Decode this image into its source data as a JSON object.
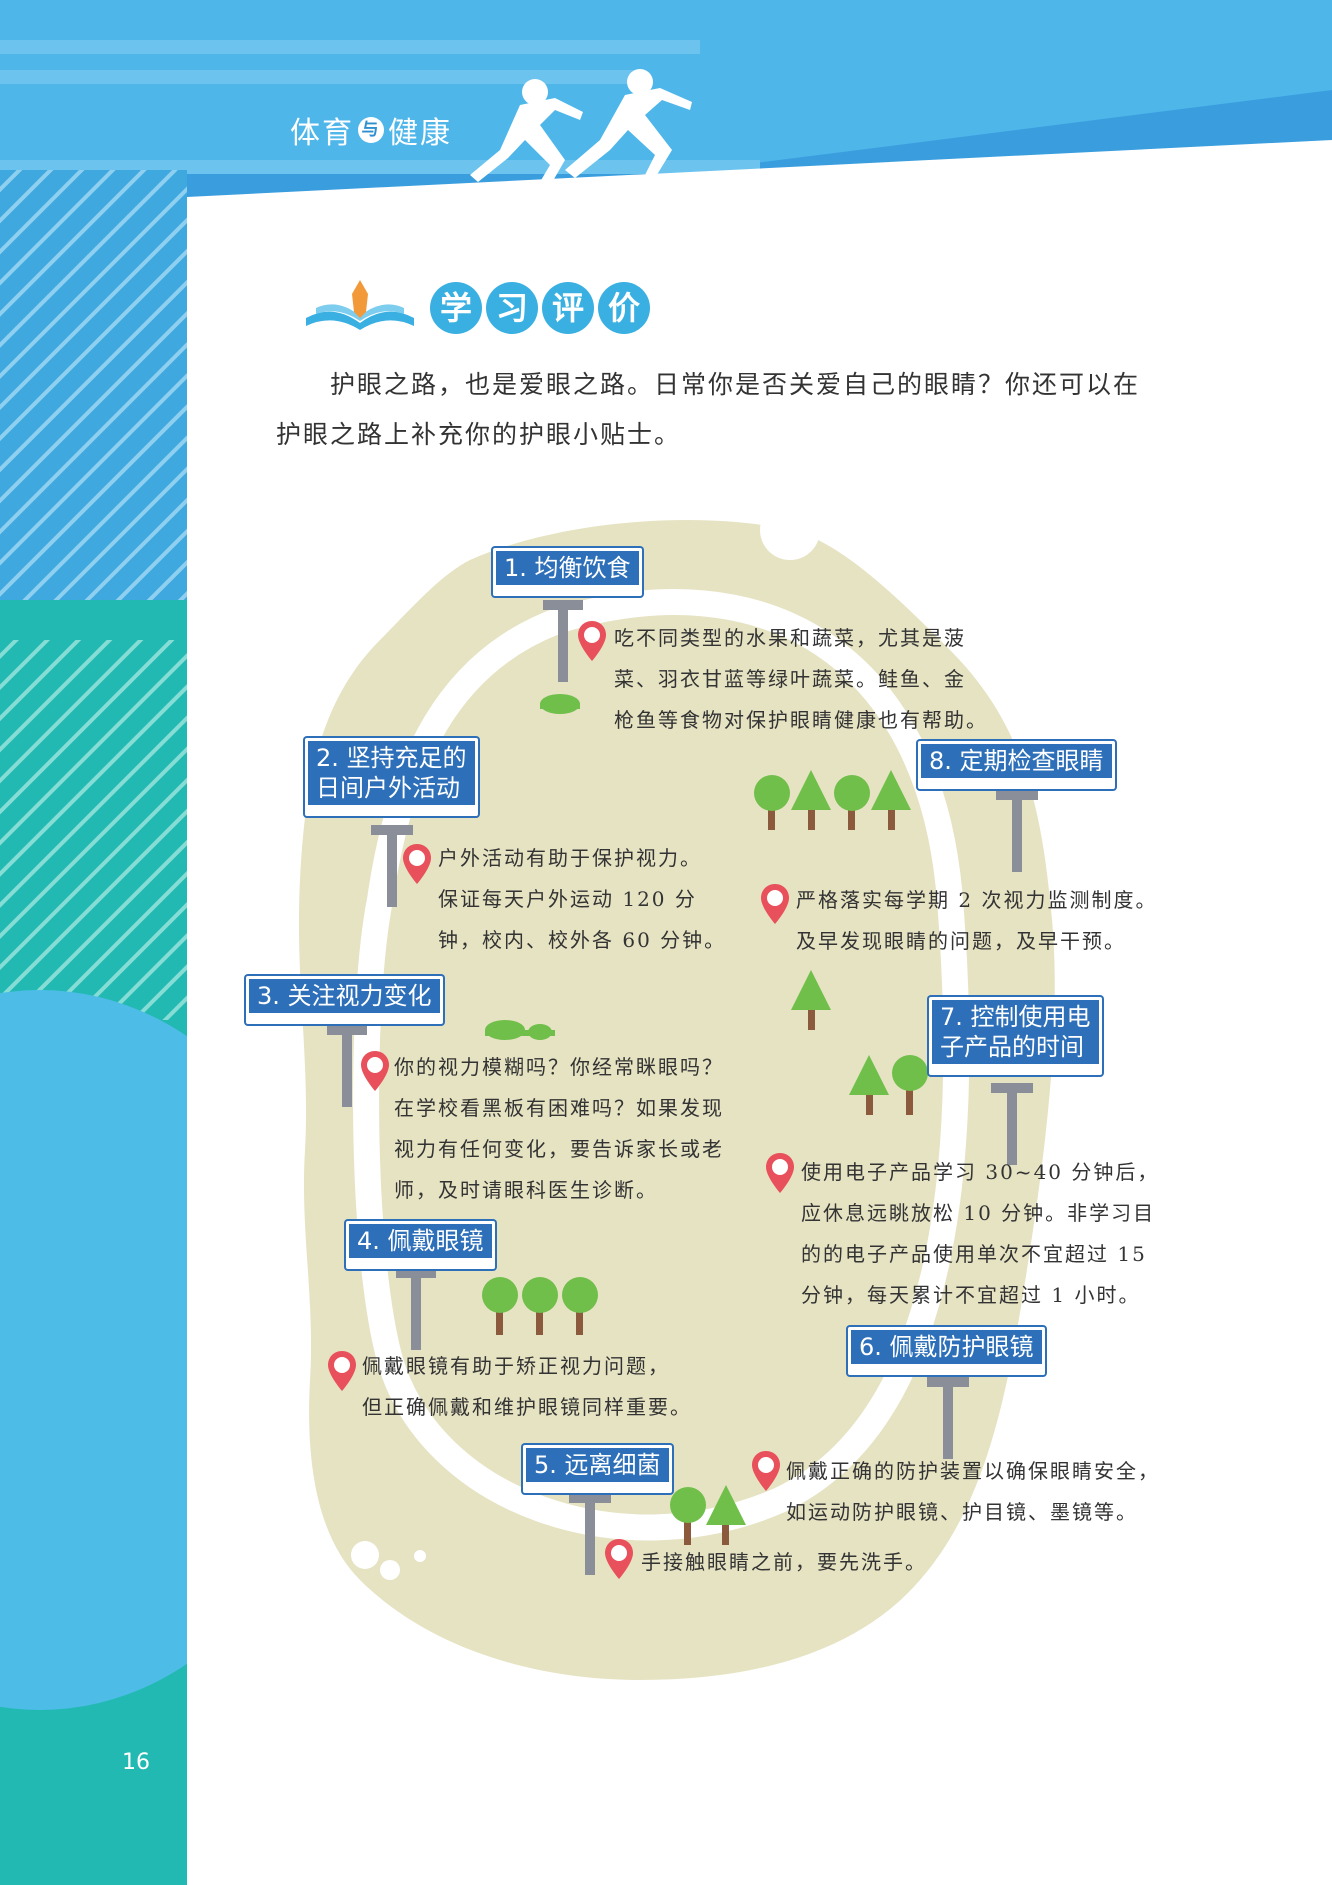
{
  "header": {
    "book_title_left": "体育",
    "book_title_mid": "与",
    "book_title_right": "健康"
  },
  "section": {
    "chars": [
      "学",
      "习",
      "评",
      "价"
    ]
  },
  "intro": {
    "line1": "护眼之路，也是爱眼之路。日常你是否关爱自己的眼睛？你还可以在",
    "line2": "护眼之路上补充你的护眼小贴士。"
  },
  "stations": [
    {
      "title": [
        "1. 均衡饮食"
      ],
      "tip": [
        "吃不同类型的水果和蔬菜，尤其是菠",
        "菜、羽衣甘蓝等绿叶蔬菜。鲑鱼、金",
        "枪鱼等食物对保护眼睛健康也有帮助。"
      ]
    },
    {
      "title": [
        "2. 坚持充足的",
        "日间户外活动"
      ],
      "tip": [
        "户外活动有助于保护视力。",
        "保证每天户外运动 120 分",
        "钟，校内、校外各 60 分钟。"
      ]
    },
    {
      "title": [
        "3. 关注视力变化"
      ],
      "tip": [
        "你的视力模糊吗？你经常眯眼吗？",
        "在学校看黑板有困难吗？如果发现",
        "视力有任何变化，要告诉家长或老",
        "师，及时请眼科医生诊断。"
      ]
    },
    {
      "title": [
        "4. 佩戴眼镜"
      ],
      "tip": [
        "佩戴眼镜有助于矫正视力问题，",
        "但正确佩戴和维护眼镜同样重要。"
      ]
    },
    {
      "title": [
        "5. 远离细菌"
      ],
      "tip": [
        "手接触眼睛之前，要先洗手。"
      ]
    },
    {
      "title": [
        "6. 佩戴防护眼镜"
      ],
      "tip": [
        "佩戴正确的防护装置以确保眼睛安全，",
        "如运动防护眼镜、护目镜、墨镜等。"
      ]
    },
    {
      "title": [
        "7. 控制使用电",
        "子产品的时间"
      ],
      "tip": [
        "使用电子产品学习 30~40 分钟后，",
        "应休息远眺放松 10 分钟。非学习目",
        "的的电子产品使用单次不宜超过 15",
        "分钟，每天累计不宜超过 1 小时。"
      ]
    },
    {
      "title": [
        "8. 定期检查眼睛"
      ],
      "tip": [
        "严格落实每学期 2 次视力监测制度。",
        "及早发现眼睛的问题，及早干预。"
      ]
    }
  ],
  "page_number": "16",
  "colors": {
    "blue": "#3ab0e2",
    "sign": "#2d6fb8",
    "teal": "#22b9b2",
    "road": "#e6e3c3",
    "pin": "#e8505b",
    "tree": "#6fbf4a"
  }
}
